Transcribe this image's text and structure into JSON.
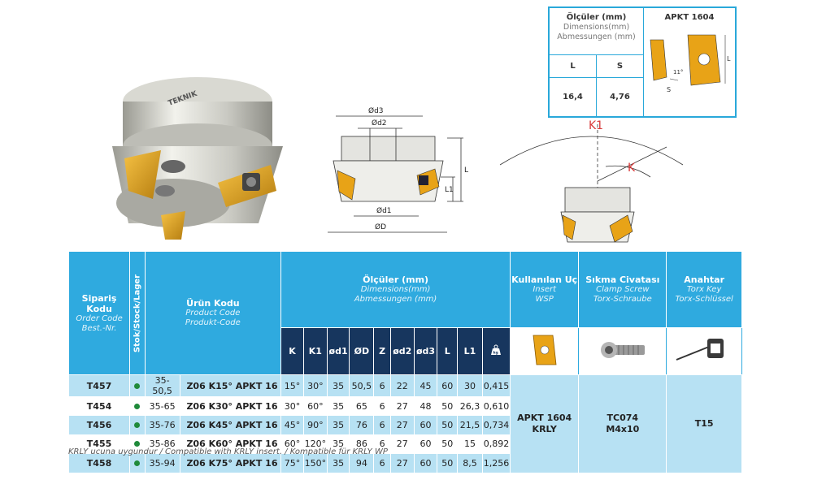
{
  "insert_box": {
    "title": "Ölçüler (mm)",
    "title_en": "Dimensions(mm)",
    "title_de": "Abmessungen (mm)",
    "insert_name": "APKT 1604",
    "col_l": "L",
    "col_s": "S",
    "val_l": "16,4",
    "val_s": "4,76",
    "drawing_labels": {
      "l": "L",
      "s": "S",
      "angle": "11°"
    }
  },
  "drawing_labels": {
    "d3": "Ød3",
    "d2": "Ød2",
    "d1": "Ød1",
    "D": "ØD",
    "L": "L",
    "L1": "L1",
    "K1": "K1",
    "K": "K",
    "brand": "TEKNIK"
  },
  "table": {
    "headers": {
      "order_code": "Sipariş Kodu",
      "order_code_en": "Order Code",
      "order_code_de": "Best.-Nr.",
      "stock": "Stok/Stock/Lager",
      "product_code": "Ürün Kodu",
      "product_code_en": "Product Code",
      "product_code_de": "Produkt-Code",
      "dimensions": "Ölçüler (mm)",
      "dimensions_en": "Dimensions(mm)",
      "dimensions_de": "Abmessungen (mm)",
      "insert": "Kullanılan Uç",
      "insert_en": "Insert",
      "insert_de": "WSP",
      "clamp": "Sıkma Civatası",
      "clamp_en": "Clamp Screw",
      "clamp_de": "Torx-Schraube",
      "key": "Anahtar",
      "key_en": "Torx Key",
      "key_de": "Torx-Schlüssel"
    },
    "sub_headers": [
      "K",
      "K1",
      "ød1",
      "ØD",
      "Z",
      "ød2",
      "ød3",
      "L",
      "L1"
    ],
    "rows": [
      {
        "order": "T457",
        "code_a": "35-50,5",
        "code_b": "Z06 K15° APKT 16",
        "K": "15°",
        "K1": "30°",
        "d1": "35",
        "D": "50,5",
        "Z": "6",
        "d2": "22",
        "d3": "45",
        "L": "60",
        "L1": "30",
        "kg": "0,415"
      },
      {
        "order": "T454",
        "code_a": "35-65",
        "code_b": "Z06 K30° APKT 16",
        "K": "30°",
        "K1": "60°",
        "d1": "35",
        "D": "65",
        "Z": "6",
        "d2": "27",
        "d3": "48",
        "L": "50",
        "L1": "26,3",
        "kg": "0,610"
      },
      {
        "order": "T456",
        "code_a": "35-76",
        "code_b": "Z06 K45° APKT 16",
        "K": "45°",
        "K1": "90°",
        "d1": "35",
        "D": "76",
        "Z": "6",
        "d2": "27",
        "d3": "60",
        "L": "50",
        "L1": "21,5",
        "kg": "0,734"
      },
      {
        "order": "T455",
        "code_a": "35-86",
        "code_b": "Z06 K60° APKT 16",
        "K": "60°",
        "K1": "120°",
        "d1": "35",
        "D": "86",
        "Z": "6",
        "d2": "27",
        "d3": "60",
        "L": "50",
        "L1": "15",
        "kg": "0,892"
      },
      {
        "order": "T458",
        "code_a": "35-94",
        "code_b": "Z06 K75° APKT 16",
        "K": "75°",
        "K1": "150°",
        "d1": "35",
        "D": "94",
        "Z": "6",
        "d2": "27",
        "d3": "60",
        "L": "50",
        "L1": "8,5",
        "kg": "1,256"
      }
    ],
    "insert_value": "APKT 1604",
    "insert_value_2": "KRLY",
    "clamp_value": "TC074",
    "clamp_value_2": "M4x10",
    "key_value": "T15",
    "weight_icon_label": "kg"
  },
  "footnote": "KRLY ucuna uygundur / Compatible with KRLY insert. / Kompatible für KRLY WP",
  "colors": {
    "header": "#2faadf",
    "subheader": "#17365e",
    "row_tint": "#b7e1f3",
    "stock_dot": "#1f8a3a",
    "insert_gold": "#e8a317"
  }
}
